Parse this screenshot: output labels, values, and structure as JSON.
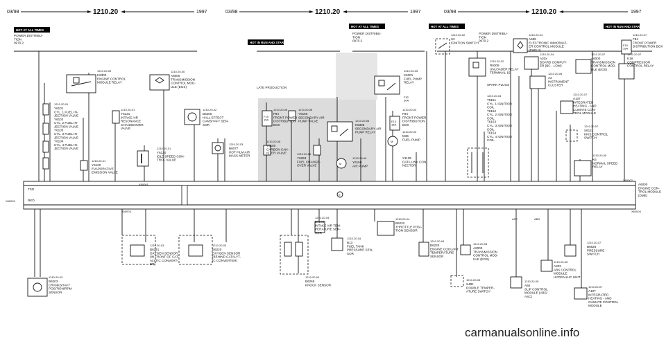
{
  "watermark": "carmanualsonline.info",
  "pages": [
    {
      "date_left": "03/98",
      "code": "1210.20",
      "year": "1997"
    },
    {
      "date_left": "03/98",
      "code": "1210.20",
      "year": "1997"
    },
    {
      "date_left": "03/98",
      "code": "1210.20",
      "year": "1997"
    }
  ],
  "tags": {
    "hot_all": "HOT AT ALL TIMES",
    "hot_run": "HOT IN RUN AND START"
  },
  "texts": {
    "power_dist": "POWER DISTRIBU-\nTION\n0970.2",
    "late_production": "LATE PRODUCTION",
    "ecm_title": "A6000\nENGINE CON-\nTROL MODULE\n(DME)",
    "x60001": "X60001",
    "x60002": "X60002",
    "x60003": "X60003",
    "x60004": "X60004"
  },
  "components": [
    {
      "ref": "1210.20-00",
      "text": "K6300\nENGINE CONTROL\nMODULE RELAY"
    },
    {
      "ref": "1210.20-00",
      "text": "A6000\nTRANSMISSION\nCONTROL MOD-\nULE (EGS)"
    },
    {
      "ref": "1210.20-01",
      "text": "Y6101\nCYL. 1 FUEL IN-\nJECTION VALVE\n\nY6102\nCYL. 2 FUEL IN-\nJECTION VALVE\n\nY6103\nCYL. 3 FUEL IN-\nJECTION VALVE\n\nY6104\nCYL. 4 FUEL IN-\nJECTION VALVE"
    },
    {
      "ref": "1210.20-01",
      "text": "Y6131\nINTAKE AIR\nRESONANCE\nCHANGEOVER\nVALVE"
    },
    {
      "ref": "1210.20-01",
      "text": "Y6120\nEVAPORATIVE\nEMISSION VALVE"
    },
    {
      "ref": "1210.20-01",
      "text": "Y6130\nIDLE SPEED CON-\nTROL VALUE"
    },
    {
      "ref": "1210.20-02",
      "text": "B6206\nHALL EFFECT\nCAMSHAFT SEN-\nSOR"
    },
    {
      "ref": "1210.20-03",
      "text": "B6077\nHOT FILM AIR\nMASS METER"
    },
    {
      "ref": "1210.20-06",
      "text": "F84\nFRONT POWER\nDISTRIBUTION\nBOX"
    },
    {
      "ref": "1210.20-06",
      "text": "Y6180\nCARBON CAN-\nISTER VALVE"
    },
    {
      "ref": "1210.20-06",
      "text": "Y6150\nSECONDARY AIR\nPUMP VALVE"
    },
    {
      "ref": "1210.20-06",
      "text": "K6305\nSECONDARY AIR\nPUMP RELAY"
    },
    {
      "ref": "1210.20-06",
      "text": "Y6263\nFUEL CHANGE-\nOVER VALVE"
    },
    {
      "ref": "1210.20-06",
      "text": "Y6150\nAIR PUMP"
    },
    {
      "ref": "1210.20-05",
      "text": "K6301\nFUEL PUMP\nRELAY"
    },
    {
      "ref": "1210.20-03",
      "text": "F84\nFRONT POWER\nDISTRIBUTION\nBOX"
    },
    {
      "ref": "1210.20-03",
      "text": "M36\nFUEL PUMP"
    },
    {
      "ref": "",
      "text": "X1105\nDATA LINK CON-\nNECTOR"
    },
    {
      "ref": "1210.20-02",
      "text": "S2\nIGNITION SWITCH"
    },
    {
      "ref": "1210.20-02",
      "text": "R6308\nUNLOADER RELAY\nTERMINAL 15"
    },
    {
      "ref": "",
      "text": "SPARK PLUGS"
    },
    {
      "ref": "1210.20-04",
      "text": "T6151\nCYL. 1 IGNITION\nCOIL\nT6152\nCYL. 2 IGNITION\nCOIL\nT6153\nCYL. 3 IGNITION\nCOIL\nT6154\nCYL. 4 IGNITION\nCOIL"
    },
    {
      "ref": "1210.20-04",
      "text": "A659\nELECTRONIC IMMOBILIZ-\nER CONTROL MODULE\n(EWS II)"
    },
    {
      "ref": "1210.20-04",
      "text": "A20x\nBOARD COMPUT-\nER (BC - LOW)"
    },
    {
      "ref": "1210.20-05",
      "text": "A2\nINSTRUMENT\nCLUSTER"
    },
    {
      "ref": "1210.20-07",
      "text": "A6000\nTRANSMISSION\nCONTROL MOD-\nULE (EGS)"
    },
    {
      "ref": "1210.20-07",
      "text": "A107\nINTEGRATED\nHEATING - AND\nCLIMATE CON-\nTROL MODULE"
    },
    {
      "ref": "1210.20-07",
      "text": "S6121\nKIKS CONTROL\nSWITCH"
    },
    {
      "ref": "1210.20-05",
      "text": "K6\nNORMAL SPEED\nRELAY"
    },
    {
      "ref": "1210.20-07",
      "text": "F84\nFRONT POWER\nDISTRIBUTION BOX"
    },
    {
      "ref": "1210.20-07",
      "text": "K18\nCOMPRESSOR\nCONTROL RELAY"
    },
    {
      "ref": "1210.20-03",
      "text": "B6203\nCRANKSHAFT\nPOSITION/RPM\nSENSOR"
    },
    {
      "ref": "1210.20-03",
      "text": "B6241\nOXYGEN SENSOR\n(IN FRONT OF CAT-\nALYTIC CONVERT-\nER)"
    },
    {
      "ref": "1210.20-03",
      "text": "B6220\nOXYGEN SENSOR\n(BEHIND CATALYT-\nIC CONVERTER)"
    },
    {
      "ref": "1210.20-04",
      "text": "B6235\nINTAKE AIR TEM-\nPERATURE SEN-\nSOR"
    },
    {
      "ref": "1210.20-04",
      "text": "B6265\nKNOCK SENSOR"
    },
    {
      "ref": "1210.20-04",
      "text": "B13\nFUEL TANK\nPRESSURE SEN-\nSOR"
    },
    {
      "ref": "1210.20-04",
      "text": "B6232\nTHROTTLE POSI-\nTION SENSOR"
    },
    {
      "ref": "1210.20-04",
      "text": "B6233\nENGINE COOLANT\nTEMPERATURE\nSENSOR"
    },
    {
      "ref": "1210.20-05",
      "text": "A6000\nTRANSMISSION\nCONTROL MOD-\nULE (EGS)"
    },
    {
      "ref": "1210.20-05",
      "text": "S48z\nDOUBLE TEMPER-\nATURE SWITCH"
    },
    {
      "ref": "1210.20-05",
      "text": "A65\nSLIP CONTROL\nMODULE (ABS/\nASC)"
    },
    {
      "ref": "1210.20-05",
      "text": "A203\nABS CONTROL\nMODULE\nHYDRAULIC UNIT"
    },
    {
      "ref": "1210.20-07",
      "text": "B6626\nPRESSURE\nSWITCH"
    },
    {
      "ref": "1210.20-07",
      "text": "A107\nINTEGRATED\nHEATING - AND\nCLIMATE CONTROL\nMODULE"
    }
  ],
  "labels": {
    "asc": "ASC",
    "abs": "ABS",
    "tsd": "TSD",
    "rkd": "RKD",
    "f15": "F15\n15A",
    "f13": "F13\n15A",
    "f19": "F19\n15A",
    "f32": "F32\n30A"
  }
}
